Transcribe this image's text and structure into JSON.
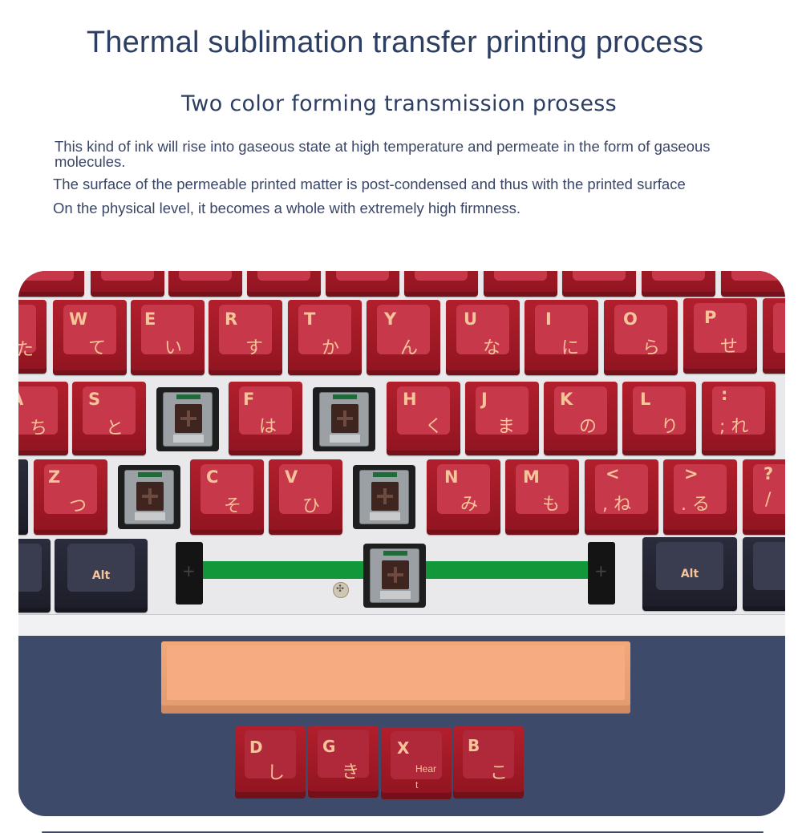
{
  "header": {
    "title": "Thermal sublimation transfer printing process",
    "subtitle": "Two color forming transmission prosess"
  },
  "description": {
    "paragraph_1": "This kind of ink will rise into gaseous state at high temperature and permeate in the form of gaseous molecules.",
    "paragraph_2": "The surface of the permeable printed matter is post-condensed and thus with the printed surface",
    "paragraph_3": "On the physical level, it becomes a whole with extremely high firmness."
  },
  "keyboard_photo": {
    "colors": {
      "keycap_red": "#b21f2c",
      "keycap_top": "#c7384a",
      "legend": "#f6c39a",
      "dark_keycap": "#2b2c3c",
      "spacebar": "#f6ac80",
      "navy_background": "#3d4a69",
      "plate": "#e9e8eb",
      "stabilizer_wire": "#12973a"
    },
    "row_qwerty": [
      {
        "legend": "",
        "kana": "た"
      },
      {
        "legend": "W",
        "kana": "て"
      },
      {
        "legend": "E",
        "kana": "い"
      },
      {
        "legend": "R",
        "kana": "す"
      },
      {
        "legend": "T",
        "kana": "か"
      },
      {
        "legend": "Y",
        "kana": "ん"
      },
      {
        "legend": "U",
        "kana": "な"
      },
      {
        "legend": "I",
        "kana": "に"
      },
      {
        "legend": "O",
        "kana": "ら"
      },
      {
        "legend": "P",
        "kana": "せ"
      }
    ],
    "row_home": [
      {
        "legend": "A",
        "kana": "ち"
      },
      {
        "legend": "S",
        "kana": "と"
      },
      {
        "legend": "F",
        "kana": "は"
      },
      {
        "legend": "H",
        "kana": "く"
      },
      {
        "legend": "J",
        "kana": "ま"
      },
      {
        "legend": "K",
        "kana": "の"
      },
      {
        "legend": "L",
        "kana": "り"
      },
      {
        "legend": ":",
        "kana": "; れ"
      }
    ],
    "row_bottom": [
      {
        "legend": "Z",
        "kana": "つ"
      },
      {
        "legend": "C",
        "kana": "そ"
      },
      {
        "legend": "V",
        "kana": "ひ"
      },
      {
        "legend": "N",
        "kana": "み"
      },
      {
        "legend": "M",
        "kana": "も"
      },
      {
        "legend": "<",
        "kana": ", ね"
      },
      {
        "legend": ">",
        "kana": ". る"
      },
      {
        "legend": "?",
        "kana": "/"
      }
    ],
    "modifiers": {
      "left_alt": "Alt",
      "right_alt": "Alt"
    },
    "loose_keycaps": [
      {
        "legend": "D",
        "kana": "し"
      },
      {
        "legend": "G",
        "kana": "き"
      },
      {
        "legend": "X",
        "kana": "",
        "overlay": "Hear",
        "overlay_2": "t"
      },
      {
        "legend": "B",
        "kana": "こ"
      }
    ]
  }
}
